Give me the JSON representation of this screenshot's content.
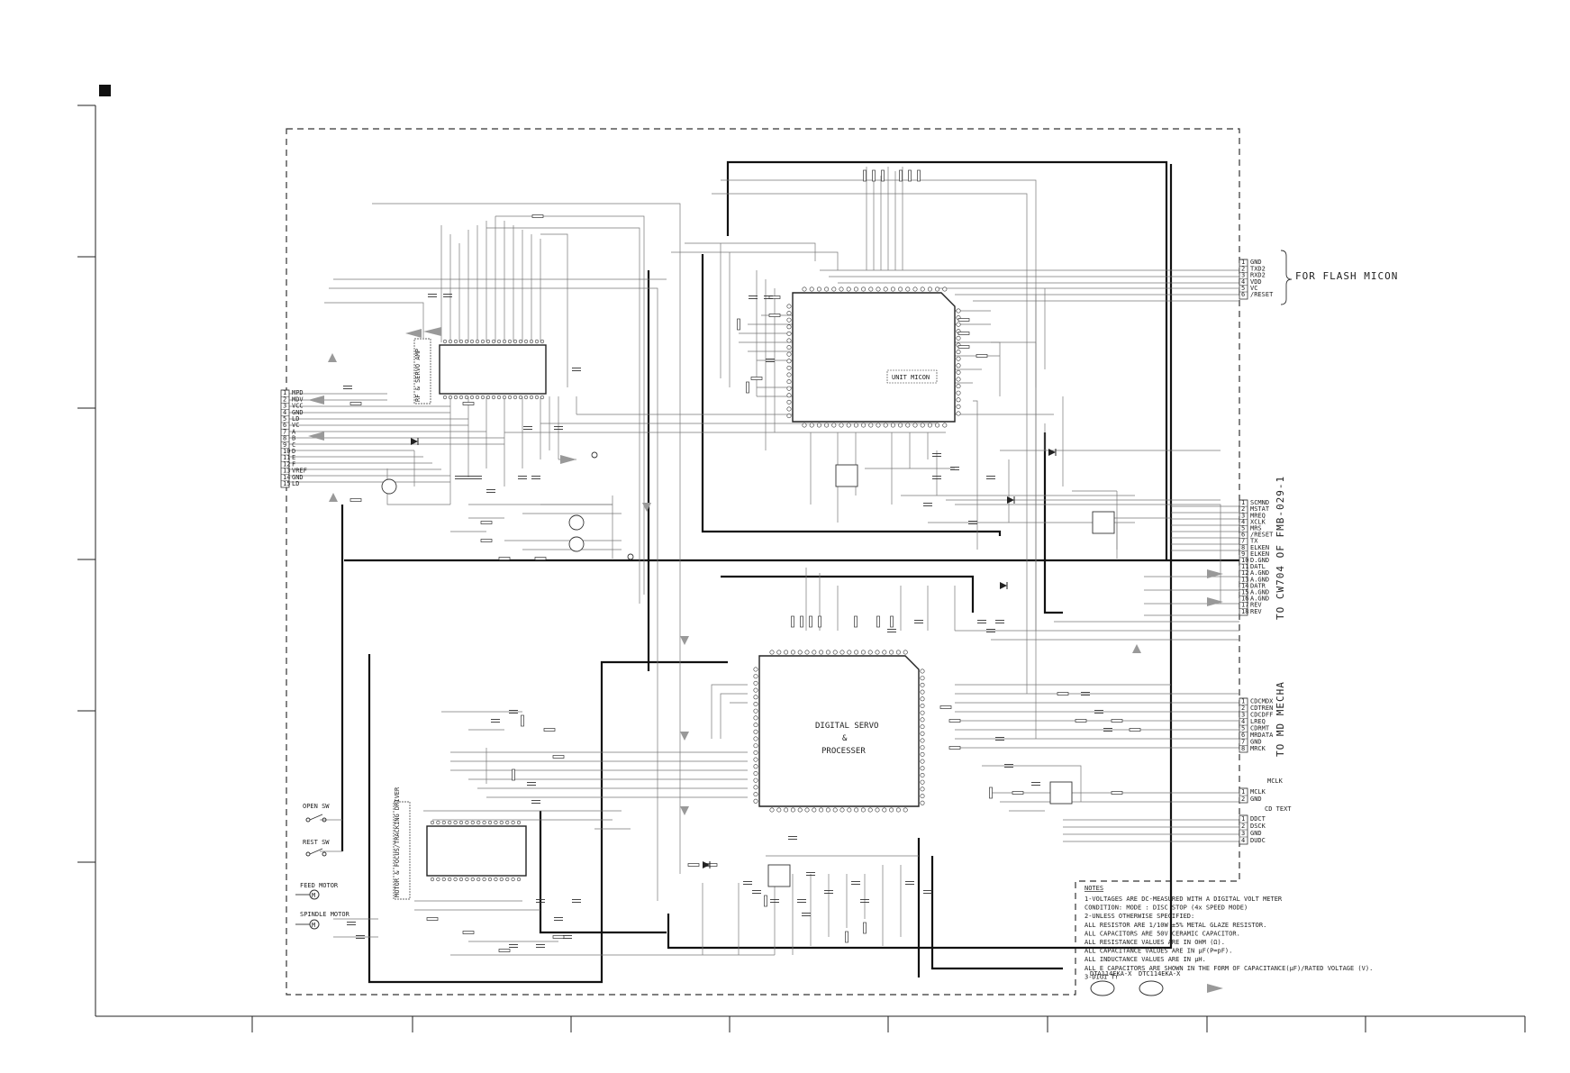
{
  "blocks": {
    "unit_micon": "UNIT MICON",
    "dsp_line1": "DIGITAL SERVO",
    "dsp_line2": "&",
    "dsp_line3": "PROCESSER",
    "rf_amp": "RF & SERVO AMP",
    "motor_driver": "MOTOR & FOCUS/TRACKING DRIVER"
  },
  "connectors": {
    "flash": {
      "title": "FOR FLASH MICON",
      "pins": [
        "GND",
        "TXD2",
        "RXD2",
        "VDD",
        "VC",
        "/RESET"
      ]
    },
    "fmb": {
      "title": "TO CW704 OF FMB-029-1",
      "pins": [
        "SCMND",
        "MSTAT",
        "MREQ",
        "XCLK",
        "MRS",
        "/RESET",
        "TX",
        "ELKEN",
        "ELKEN",
        "D.GND",
        "DATL",
        "A.GND",
        "A.GND",
        "DATR",
        "A.GND",
        "A.GND",
        "REV",
        "REV"
      ]
    },
    "md": {
      "title": "TO MD MECHA",
      "pins": [
        "CDCMDX",
        "CDTREN",
        "CDCDFF",
        "LREQ",
        "CDRMT",
        "MRDATA",
        "GND",
        "MRCK"
      ]
    },
    "mclk": {
      "title": "MCLK",
      "pins": [
        "MCLK",
        "GND"
      ]
    },
    "cdtext": {
      "title": "CD TEXT",
      "pins": [
        "DDCT",
        "DSCK",
        "GND",
        "DUDC"
      ]
    }
  },
  "pickup_pins": [
    "MPD",
    "MDV",
    "VCC",
    "GND",
    "LD",
    "VC",
    "A",
    "B",
    "C",
    "D",
    "E",
    "F",
    "VREF",
    "GND",
    "LD"
  ],
  "switches": {
    "open": "OPEN SW",
    "rest": "REST SW"
  },
  "motors": {
    "feed": "FEED MOTOR",
    "spindle": "SPINDLE MOTOR"
  },
  "notes": {
    "heading": "NOTES",
    "lines": [
      "1-VOLTAGES ARE DC-MEASURED WITH A DIGITAL VOLT METER",
      "  CONDITION:  MODE  : DISC STOP (4x SPEED MODE)",
      "2-UNLESS OTHERWISE SPECIFIED:",
      "  ALL RESISTOR ARE 1/10W ±5% METAL GLAZE RESISTOR.",
      "  ALL CAPACITORS ARE 50V CERAMIC CAPACITOR.",
      "  ALL RESISTANCE VALUES ARE IN OHM (Ω).",
      "  ALL CAPACITANCE VALUES ARE IN µF(P=pF).",
      "  ALL INDUCTANCE VALUES ARE IN µH.",
      "  ALL E CAPACITORS ARE SHOWN IN THE FORM OF CAPACITANCE(µF)/RATED VOLTAGE (V).",
      "3-DIGI Tr"
    ],
    "tr1": "DTA114EKA-X",
    "tr2": "DTC114EKA-X"
  },
  "colors": {
    "ink": "#222222",
    "arrow": "#999999",
    "paper": "#ffffff"
  }
}
